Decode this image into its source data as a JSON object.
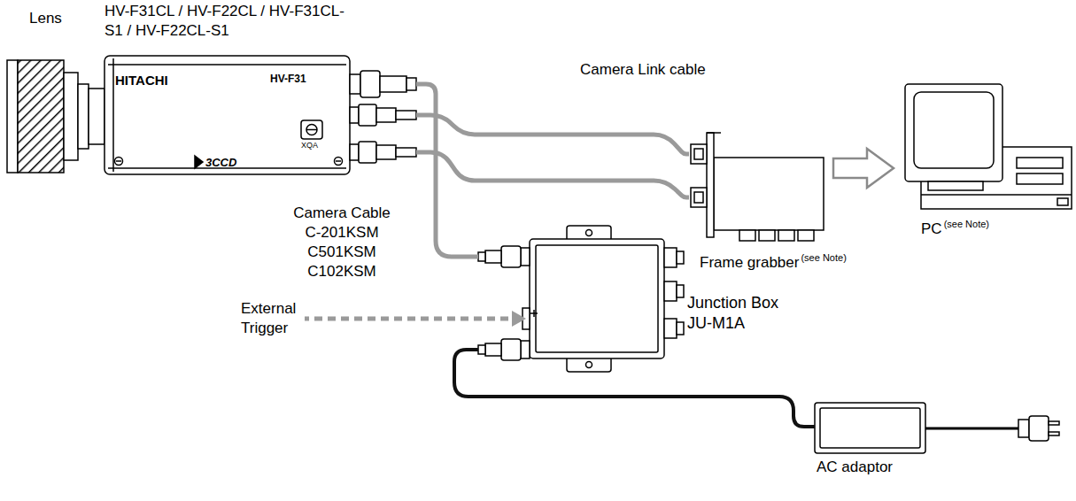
{
  "diagram": {
    "nodes": [
      {
        "text": [
          "Lens"
        ]
      },
      {
        "text": [
          "HV-F31CL / HV-F22CL / HV-F31CL-S1 / HV-F22CL-S1",
          "HITACHI",
          "HV-F31",
          "3CCD",
          "XQA"
        ]
      },
      {
        "text": [
          "Frame grabber",
          "(see Note)"
        ]
      },
      {
        "text": [
          "PC",
          "(see Note)"
        ]
      },
      {
        "text": [
          "Junction Box JU-M1A"
        ]
      },
      {
        "text": [
          "AC adaptor"
        ]
      }
    ],
    "edges": [
      {
        "from": 1,
        "to": 2,
        "arrow": "none",
        "label": "Camera Link cable"
      },
      {
        "from": 1,
        "to": 2,
        "arrow": "none"
      },
      {
        "from": 2,
        "to": 3,
        "arrow": "to"
      },
      {
        "from": 1,
        "to": 4,
        "arrow": "none",
        "label": "Camera Cable C-201KSM C501KSM C102KSM"
      },
      {
        "from": 4,
        "to": 5,
        "arrow": "none"
      }
    ],
    "labels": [
      "External Trigger"
    ]
  }
}
